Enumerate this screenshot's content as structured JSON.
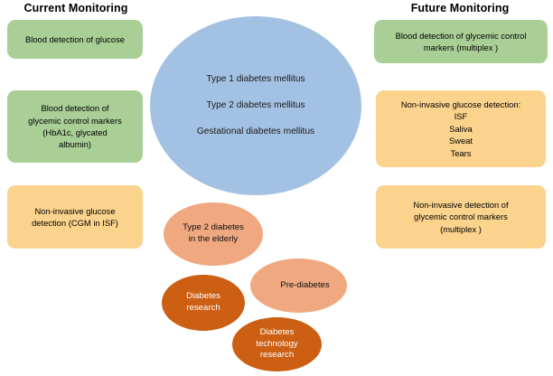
{
  "columns": {
    "left_title": "Current Monitoring",
    "right_title": "Future Monitoring"
  },
  "left_cards": [
    {
      "id": "blood-glucose",
      "color": "#a9cf96",
      "text": "Blood detection of glucose"
    },
    {
      "id": "glycemic-markers",
      "color": "#a9cf96",
      "text": "Blood detection of\nglycemic control markers\n(HbA1c, glycated\nalbumin)"
    },
    {
      "id": "cgm-isf",
      "color": "#fbd38d",
      "text": "Non-invasive  glucose\ndetection (CGM in ISF)"
    }
  ],
  "right_cards": [
    {
      "id": "multiplex-markers",
      "color": "#a9cf96",
      "text": "Blood detection of glycemic control\nmarkers (multiplex )"
    },
    {
      "id": "noninvasive-glucose",
      "color": "#fbd38d",
      "text": "Non-invasive  glucose detection:\nISF\nSaliva\nSweat\nTears"
    },
    {
      "id": "noninvasive-markers",
      "color": "#fbd38d",
      "text": "Non-invasive detection of\nglycemic control markers\n(multiplex )"
    }
  ],
  "main_ellipse": {
    "color": "#a3c2e3",
    "lines": [
      "Type 1 diabetes mellitus",
      "Type 2 diabetes mellitus",
      "Gestational diabetes mellitus"
    ]
  },
  "sub_ellipses": [
    {
      "id": "elderly",
      "color": "#efa87f",
      "text": "Type 2 diabetes\nin the elderly"
    },
    {
      "id": "prediabetes",
      "color": "#efa87f",
      "text": "Pre-diabetes"
    },
    {
      "id": "diabetes-research",
      "color": "#cc5f12",
      "text": "Diabetes\nresearch"
    },
    {
      "id": "diabetes-technology-research",
      "color": "#cc5f12",
      "text": "Diabetes\ntechnology\nresearch"
    }
  ]
}
